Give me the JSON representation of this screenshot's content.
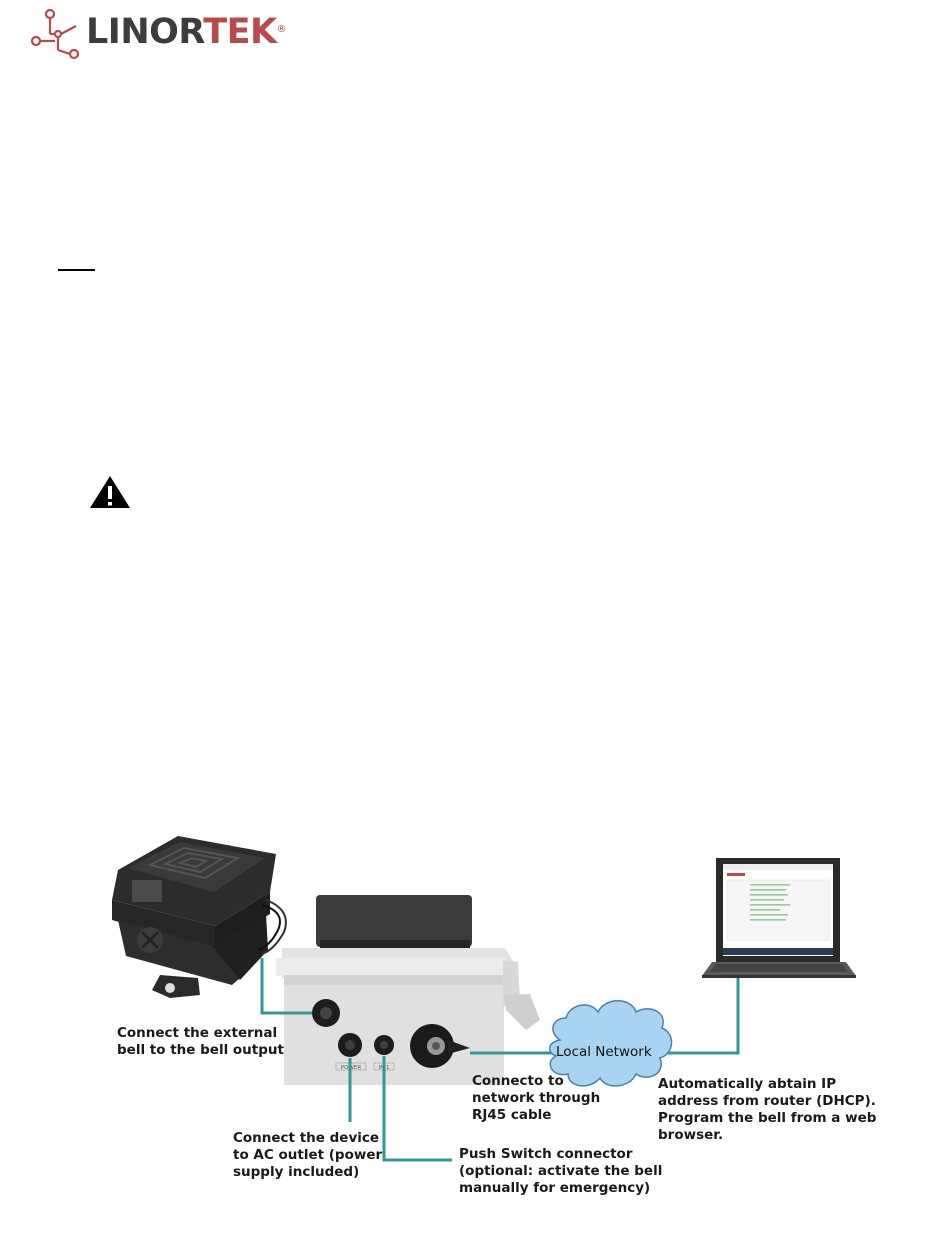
{
  "brand": {
    "name_part1": "LINOR",
    "name_part2": "TEK",
    "registered_mark": "®"
  },
  "colors": {
    "brand_red": "#b84a4a",
    "brand_dark": "#3d3d3d",
    "connector_line": "#2e9a94",
    "cloud_fill": "#a8d4f2",
    "cloud_stroke": "#4a7fb0"
  },
  "icons": {
    "warning": "warning-triangle-icon",
    "logo": "circuit-node-logo-icon"
  },
  "diagram": {
    "cloud_label": "Local Network",
    "labels": {
      "bell": "Connect the external\nbell to the bell output",
      "network": "Connecto to\nnetwork through\nRJ45 cable",
      "ip": "Automatically abtain IP\naddress from router (DHCP).\nProgram the bell from a web\nbrowser.",
      "power": "Connect the device\nto AC outlet (power\nsupply included)",
      "switch": "Push Switch connector\n(optional: activate the bell\nmanually for emergency)"
    },
    "port_labels": {
      "power": "POWER",
      "input": "IN 1"
    }
  }
}
